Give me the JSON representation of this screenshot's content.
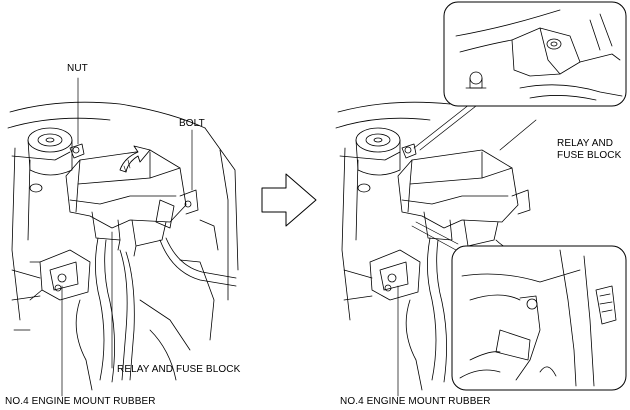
{
  "left_view": {
    "nut_label": "NUT",
    "bolt_label": "BOLT",
    "relay_label": "RELAY AND FUSE BLOCK",
    "mount_label": "NO.4 ENGINE MOUNT RUBBER"
  },
  "right_view": {
    "relay_label": "RELAY AND\nFUSE BLOCK",
    "mount_label": "NO.4 ENGINE MOUNT RUBBER"
  },
  "icons": {
    "transition_arrow": "hollow-right-arrow-icon",
    "lift_arrow": "curved-lift-arrow-icon",
    "detail_callout_top": "zoom-detail-callout",
    "detail_callout_bottom": "zoom-detail-callout"
  },
  "colors": {
    "line": "#000000",
    "background": "#ffffff"
  }
}
